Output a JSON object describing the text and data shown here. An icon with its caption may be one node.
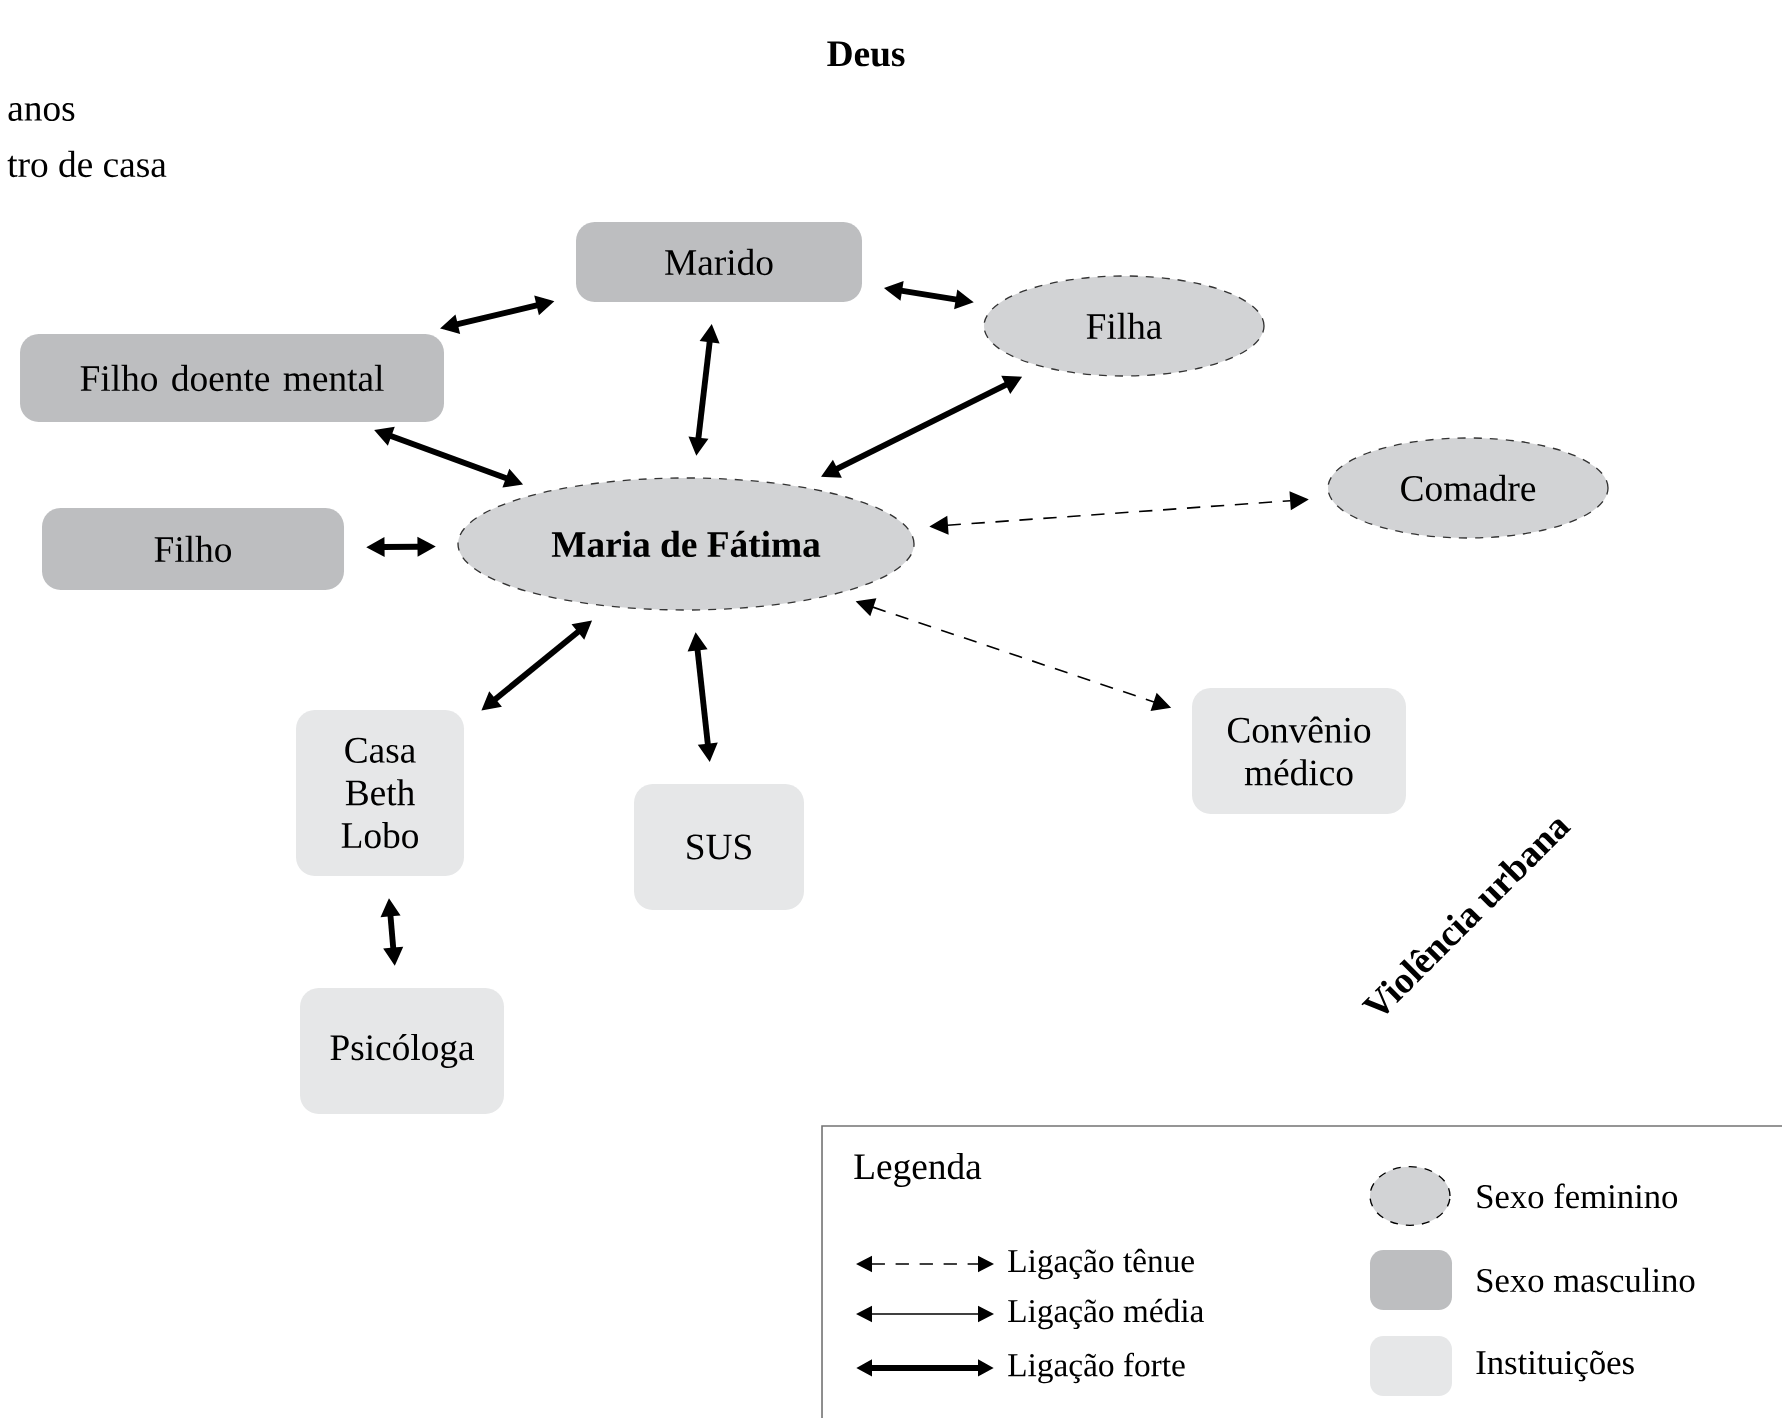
{
  "diagram": {
    "nodes": [
      {
        "text": [
          "Marido"
        ]
      },
      {
        "text": [
          "Filha"
        ]
      },
      {
        "text": [
          "Filho doente mental"
        ]
      },
      {
        "text": [
          "Filho"
        ]
      },
      {
        "text": [
          "**Maria de Fátima**"
        ]
      },
      {
        "text": [
          "Comadre"
        ]
      },
      {
        "text": [
          "Casa Beth Lobo"
        ]
      },
      {
        "text": [
          "SUS"
        ]
      },
      {
        "text": [
          "Convênio médico"
        ]
      },
      {
        "text": [
          "Psicóloga"
        ]
      }
    ],
    "edges": [
      {
        "from": 0,
        "to": 2,
        "arrow": "both"
      },
      {
        "from": 0,
        "to": 1,
        "arrow": "both"
      },
      {
        "from": 0,
        "to": 4,
        "arrow": "both"
      },
      {
        "from": 2,
        "to": 4,
        "arrow": "both"
      },
      {
        "from": 1,
        "to": 4,
        "arrow": "both"
      },
      {
        "from": 3,
        "to": 4,
        "arrow": "both"
      },
      {
        "from": 4,
        "to": 5,
        "arrow": "both",
        "style": "dashed"
      },
      {
        "from": 4,
        "to": 6,
        "arrow": "both"
      },
      {
        "from": 4,
        "to": 7,
        "arrow": "both"
      },
      {
        "from": 4,
        "to": 8,
        "arrow": "both",
        "style": "dashed"
      },
      {
        "from": 6,
        "to": 9,
        "arrow": "both"
      }
    ],
    "labels": [
      "Deus",
      "anos",
      "tro de casa",
      "Violência urbana",
      "Legenda"
    ],
    "legend": [
      {
        "text": "Ligação tênue"
      },
      {
        "text": "Ligação média"
      },
      {
        "text": "Ligação forte"
      },
      {
        "text": "Sexo feminino",
        "color": "#d2d3d5"
      },
      {
        "text": "Sexo masculino",
        "color": "#bdbec0"
      },
      {
        "text": "Instituições",
        "color": "#e6e7e8"
      }
    ]
  }
}
